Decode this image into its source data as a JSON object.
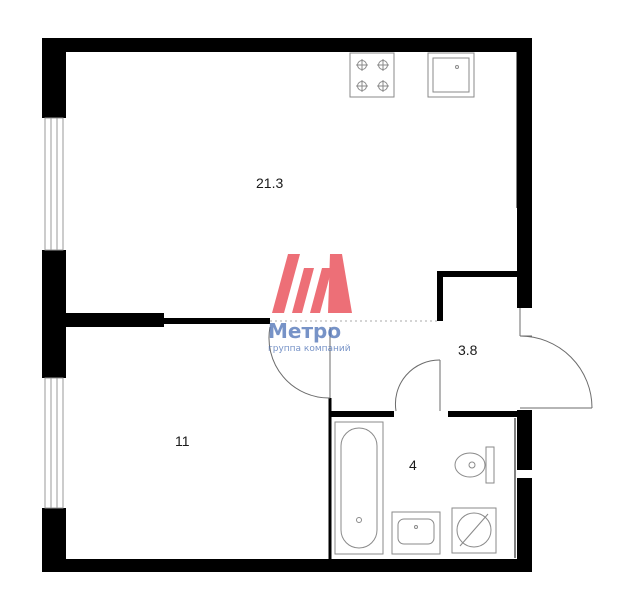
{
  "plan": {
    "rooms": [
      {
        "id": "living-kitchen",
        "area": "21.3"
      },
      {
        "id": "bedroom",
        "area": "11"
      },
      {
        "id": "hallway",
        "area": "3.8"
      },
      {
        "id": "bathroom",
        "area": "4"
      }
    ]
  },
  "watermark": {
    "brand": "Метро",
    "tagline": "группа компаний",
    "color": "#e8404a",
    "text_color": "#4a6fb5"
  },
  "colors": {
    "wall": "#000000",
    "thin_line": "#6b6b6b",
    "fixture": "#8a8a8a",
    "window": "#bbbbbb"
  }
}
